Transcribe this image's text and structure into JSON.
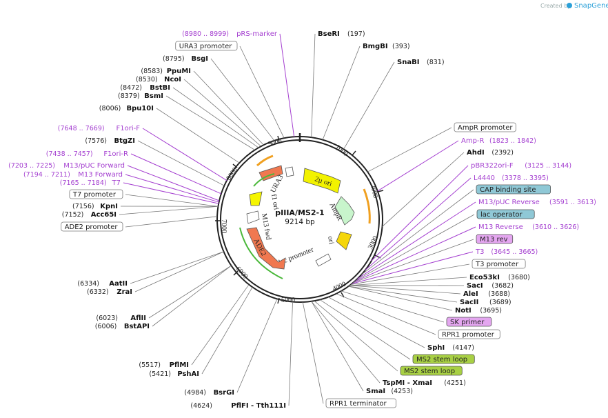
{
  "credit": {
    "prefix": "Created by",
    "brand": "SnapGene"
  },
  "plasmid": {
    "name": "pIIIA/MS2-1",
    "size": "9214 bp"
  },
  "ticks": [
    "1000",
    "2000",
    "3000",
    "4000",
    "5000",
    "6000",
    "7000",
    "8000",
    "9000"
  ],
  "features": [
    "2µ ori",
    "AmpR",
    "ori",
    "lac promoter",
    "ADE2",
    "M13 fwd",
    "f1 ori",
    "URA3"
  ],
  "left_labels": [
    {
      "kind": "primer",
      "pos": "(8980 .. 8999)",
      "name": "pRS-marker"
    },
    {
      "kind": "box",
      "name": "URA3 promoter"
    },
    {
      "kind": "enzyme",
      "pos": "(8795)",
      "name": "BsgI"
    },
    {
      "kind": "enzyme",
      "pos": "(8583)",
      "name": "PpuMI"
    },
    {
      "kind": "enzyme",
      "pos": "(8530)",
      "name": "NcoI"
    },
    {
      "kind": "enzyme",
      "pos": "(8472)",
      "name": "BstBI"
    },
    {
      "kind": "enzyme",
      "pos": "(8379)",
      "name": "BsmI"
    },
    {
      "kind": "enzyme",
      "pos": "(8006)",
      "name": "Bpu10I"
    },
    {
      "kind": "primer",
      "pos": "(7648 .. 7669)",
      "name": "F1ori-F"
    },
    {
      "kind": "enzyme",
      "pos": "(7576)",
      "name": "BtgZI"
    },
    {
      "kind": "primer",
      "pos": "(7438 .. 7457)",
      "name": "F1ori-R"
    },
    {
      "kind": "primer",
      "pos": "(7203 .. 7225)",
      "name": "M13/pUC Forward"
    },
    {
      "kind": "primer",
      "pos": "(7194 .. 7211)",
      "name": "M13 Forward"
    },
    {
      "kind": "primer",
      "pos": "(7165 .. 7184)",
      "name": "T7"
    },
    {
      "kind": "box",
      "name": "T7 promoter"
    },
    {
      "kind": "enzyme",
      "pos": "(7156)",
      "name": "KpnI"
    },
    {
      "kind": "enzyme",
      "pos": "(7152)",
      "name": "Acc65I"
    },
    {
      "kind": "box",
      "name": "ADE2 promoter"
    },
    {
      "kind": "enzyme",
      "pos": "(6334)",
      "name": "AatII"
    },
    {
      "kind": "enzyme",
      "pos": "(6332)",
      "name": "ZraI"
    },
    {
      "kind": "enzyme",
      "pos": "(6023)",
      "name": "AflII"
    },
    {
      "kind": "enzyme",
      "pos": "(6006)",
      "name": "BstAPI"
    },
    {
      "kind": "enzyme",
      "pos": "(5517)",
      "name": "PflMI"
    },
    {
      "kind": "enzyme",
      "pos": "(5421)",
      "name": "PshAI"
    },
    {
      "kind": "enzyme",
      "pos": "(4984)",
      "name": "BsrGI"
    },
    {
      "kind": "enzyme",
      "pos": "(4624)",
      "name": "PflFI - Tth111I"
    }
  ],
  "right_labels": [
    {
      "kind": "enzyme",
      "name": "BseRI",
      "pos": "(197)"
    },
    {
      "kind": "enzyme",
      "name": "BmgBI",
      "pos": "(393)"
    },
    {
      "kind": "enzyme",
      "name": "SnaBI",
      "pos": "(831)"
    },
    {
      "kind": "box",
      "name": "AmpR promoter"
    },
    {
      "kind": "primer",
      "name": "Amp-R",
      "pos": "(1823 .. 1842)"
    },
    {
      "kind": "enzyme",
      "name": "AhdI",
      "pos": "(2392)"
    },
    {
      "kind": "primer",
      "name": "pBR322ori-F",
      "pos": "(3125 .. 3144)"
    },
    {
      "kind": "primer",
      "name": "L4440",
      "pos": "(3378 .. 3395)"
    },
    {
      "kind": "box",
      "name": "CAP binding site"
    },
    {
      "kind": "primer",
      "name": "M13/pUC Reverse",
      "pos": "(3591 .. 3613)"
    },
    {
      "kind": "box",
      "name": "lac operator"
    },
    {
      "kind": "primer",
      "name": "M13 Reverse",
      "pos": "(3610 .. 3626)"
    },
    {
      "kind": "box",
      "name": "M13 rev"
    },
    {
      "kind": "primer",
      "name": "T3",
      "pos": "(3645 .. 3665)"
    },
    {
      "kind": "box",
      "name": "T3 promoter"
    },
    {
      "kind": "enzyme",
      "name": "Eco53kI",
      "pos": "(3680)"
    },
    {
      "kind": "enzyme",
      "name": "SacI",
      "pos": "(3682)"
    },
    {
      "kind": "enzyme",
      "name": "AleI",
      "pos": "(3688)"
    },
    {
      "kind": "enzyme",
      "name": "SacII",
      "pos": "(3689)"
    },
    {
      "kind": "enzyme",
      "name": "NotI",
      "pos": "(3695)"
    },
    {
      "kind": "box",
      "name": "SK primer"
    },
    {
      "kind": "box",
      "name": "RPR1 promoter"
    },
    {
      "kind": "enzyme",
      "name": "SphI",
      "pos": "(4147)"
    },
    {
      "kind": "box",
      "name": "MS2 stem loop"
    },
    {
      "kind": "box",
      "name": "MS2 stem loop"
    },
    {
      "kind": "enzyme",
      "name": "TspMI - XmaI",
      "pos": "(4251)"
    },
    {
      "kind": "enzyme",
      "name": "SmaI",
      "pos": "(4253)"
    },
    {
      "kind": "box",
      "name": "RPR1 terminator"
    }
  ],
  "colors": {
    "backbone": "#222222",
    "primer": "#a43fd0",
    "two_micron": "#f2f200",
    "ampr": "#c8f5cc",
    "ori": "#f5d60a",
    "ade2": "#f07850",
    "f1ori": "#e8e8e8",
    "ura3": "#f07850",
    "box_blue": "#8fc8d6",
    "box_purple": "#e4a6f0",
    "box_green": "#a8d044"
  }
}
